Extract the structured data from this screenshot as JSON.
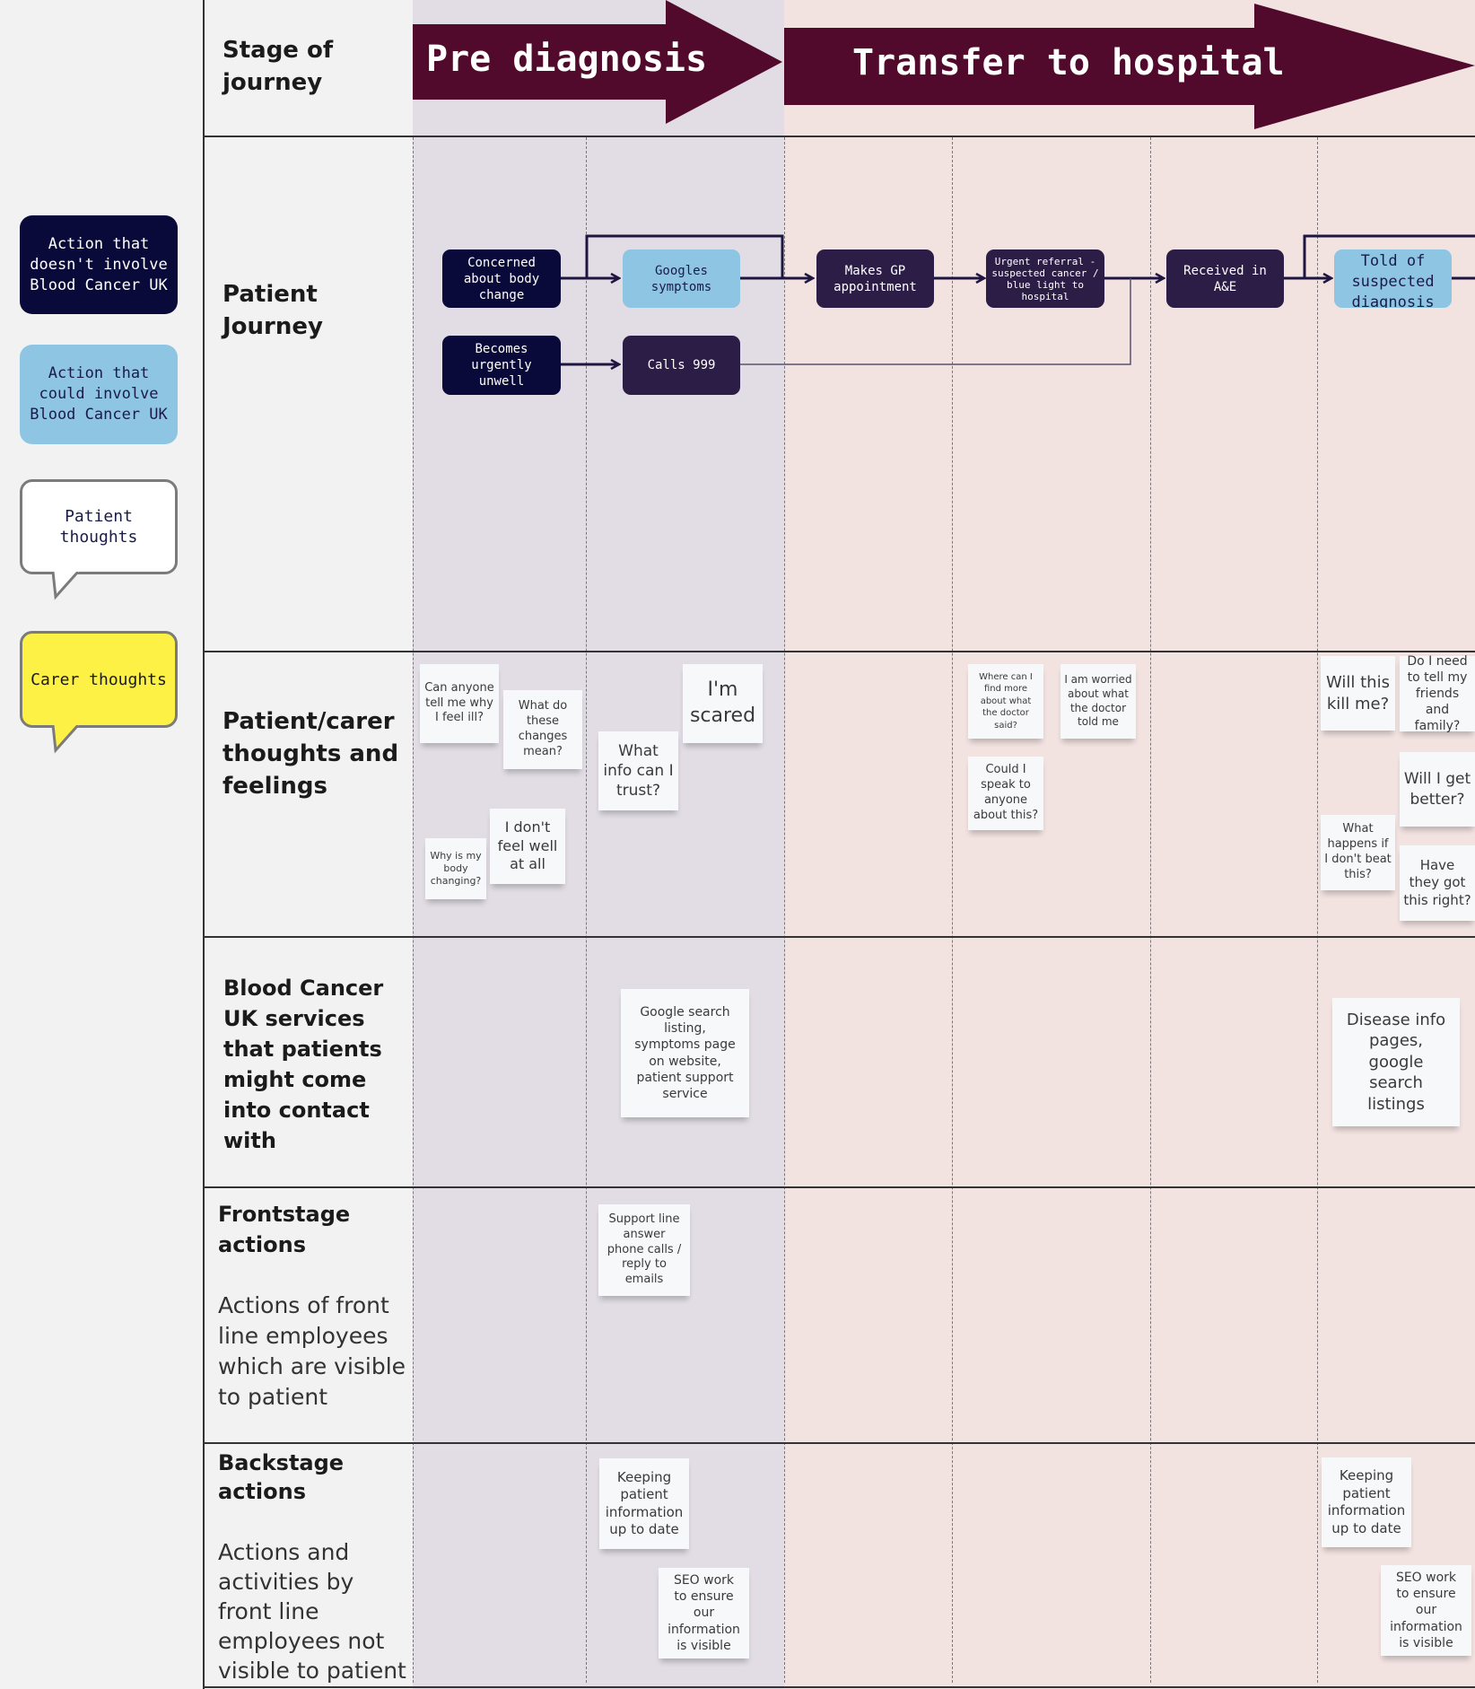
{
  "colors": {
    "pre_diagnosis_band": "#e2dde5",
    "transfer_band": "#f2e3e1",
    "arrow": "#520a2c",
    "action_no_bcuk": "#0a0a3a",
    "action_bcuk": "#8ec5e3",
    "process_node": "#2c1d47",
    "carer_yellow": "#fef145"
  },
  "stages": {
    "pre_diagnosis": "Pre diagnosis",
    "transfer_to_hospital": "Transfer to hospital"
  },
  "rows": {
    "stage": "Stage of journey",
    "patient_journey": "Patient Journey",
    "thoughts": "Patient/carer thoughts and feelings",
    "services": "Blood Cancer UK services that patients might come into contact with",
    "frontstage": "Frontstage actions",
    "frontstage_desc": "Actions of front line employees which are visible to patient",
    "backstage": "Backstage actions",
    "backstage_desc": "Actions and activities by front line employees not visible to patient"
  },
  "legend": {
    "action_no_bcuk": "Action that doesn't involve Blood Cancer UK",
    "action_bcuk": "Action that could involve Blood Cancer UK",
    "patient_thoughts": "Patient thoughts",
    "carer_thoughts": "Carer thoughts"
  },
  "nodes": {
    "concerned": "Concerned about body change",
    "googles": "Googles symptoms",
    "gp": "Makes GP appointment",
    "referral": "Urgent referral - suspected cancer / blue light to hospital",
    "ae": "Received in A&E",
    "told": "Told of suspected diagnosis",
    "unwell": "Becomes urgently unwell",
    "calls999": "Calls 999"
  },
  "thoughts": {
    "t1": "Can anyone tell me why I feel ill?",
    "t2": "What do these changes mean?",
    "t3": "Why is my body changing?",
    "t4": "I don't feel well at all",
    "t5": "What info can I trust?",
    "t6": "I'm scared",
    "t7": "Where can I find more about what the doctor said?",
    "t8": "I am worried about what the doctor told me",
    "t9": "Could I speak to anyone about this?",
    "t10": "Will this kill me?",
    "t11": "Do I need to tell my friends and family?",
    "t12": "Will I get better?",
    "t13": "What happens if I don't beat this?",
    "t14": "Have they got this right?"
  },
  "services": {
    "s1": "Google search listing, symptoms page on website, patient support service",
    "s2": "Disease info pages, google search listings"
  },
  "frontstage": {
    "f1": "Support line answer phone calls / reply to emails"
  },
  "backstage": {
    "b1": "Keeping patient information up to date",
    "b2": "SEO work to ensure our information is visible",
    "b3": "Keeping patient information up to date",
    "b4": "SEO work to ensure our information is visible"
  }
}
